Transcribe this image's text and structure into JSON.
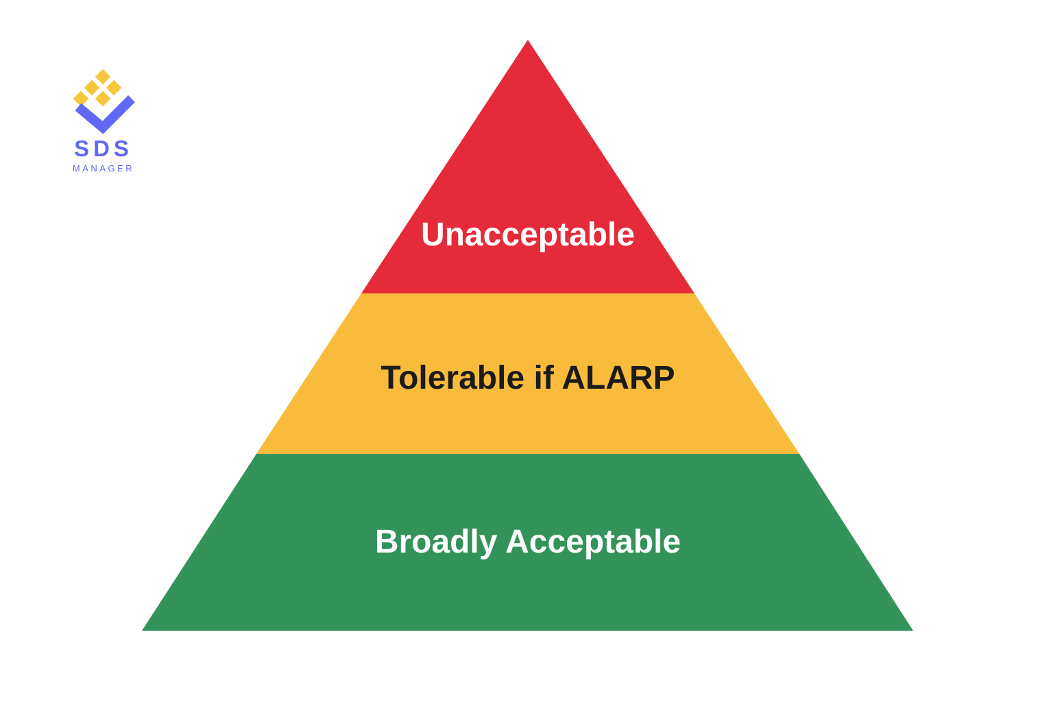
{
  "logo": {
    "name": "SDS",
    "subname": "MANAGER",
    "colors": {
      "primary": "#6168f5",
      "accent": "#f8c63c"
    }
  },
  "pyramid": {
    "tiers": [
      {
        "label": "Unacceptable",
        "color": "#e52a39",
        "text_color": "#ffffff"
      },
      {
        "label": "Tolerable if ALARP",
        "color": "#f9bb3b",
        "text_color": "#1b1b1b"
      },
      {
        "label": "Broadly Acceptable",
        "color": "#33935b",
        "text_color": "#ffffff"
      }
    ]
  }
}
